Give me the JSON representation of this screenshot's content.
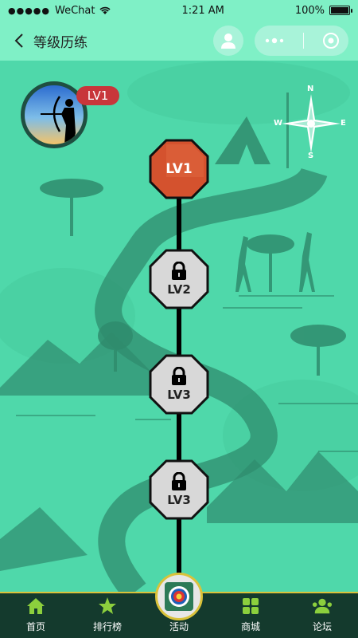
{
  "status_bar": {
    "carrier": "WeChat",
    "time": "1:21 AM",
    "battery": "100%"
  },
  "nav": {
    "title": "等级历练"
  },
  "profile": {
    "level_badge": "LV1"
  },
  "compass": {
    "n": "N",
    "s": "S",
    "w": "W",
    "e": "E"
  },
  "levels": [
    {
      "label": "LV1",
      "locked": false
    },
    {
      "label": "LV2",
      "locked": true
    },
    {
      "label": "LV3",
      "locked": true
    },
    {
      "label": "LV3",
      "locked": true
    }
  ],
  "tabs": [
    {
      "label": "首页",
      "icon": "home-icon"
    },
    {
      "label": "排行榜",
      "icon": "star-icon"
    },
    {
      "label": "活动",
      "icon": "target-icon"
    },
    {
      "label": "商城",
      "icon": "grid-icon"
    },
    {
      "label": "论坛",
      "icon": "people-icon"
    }
  ],
  "colors": {
    "nav_bg": "#7ff0c6",
    "map_bg": "#4fd8aa",
    "active_node": "#d4522e",
    "tab_bg": "#143a2d",
    "accent": "#d9c23a"
  }
}
